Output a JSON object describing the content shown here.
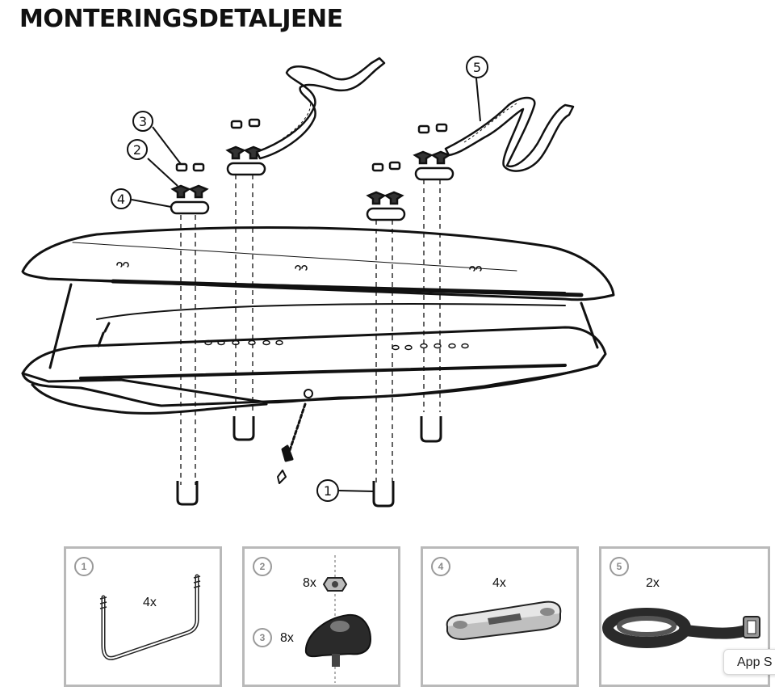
{
  "title": "MONTERINGSDETALJENE",
  "callouts": [
    "1",
    "2",
    "3",
    "4",
    "5"
  ],
  "parts": [
    {
      "number": "1",
      "qty": "4x",
      "icon": "u-bolt-icon"
    },
    {
      "number": "2",
      "qty": "8x",
      "icon": "nut-icon",
      "number_b": "3",
      "qty_b": "8x",
      "icon_b": "knob-icon"
    },
    {
      "number": "4",
      "qty": "4x",
      "icon": "mounting-plate-icon"
    },
    {
      "number": "5",
      "qty": "2x",
      "icon": "strap-icon"
    }
  ],
  "toast": {
    "label": "App S"
  }
}
